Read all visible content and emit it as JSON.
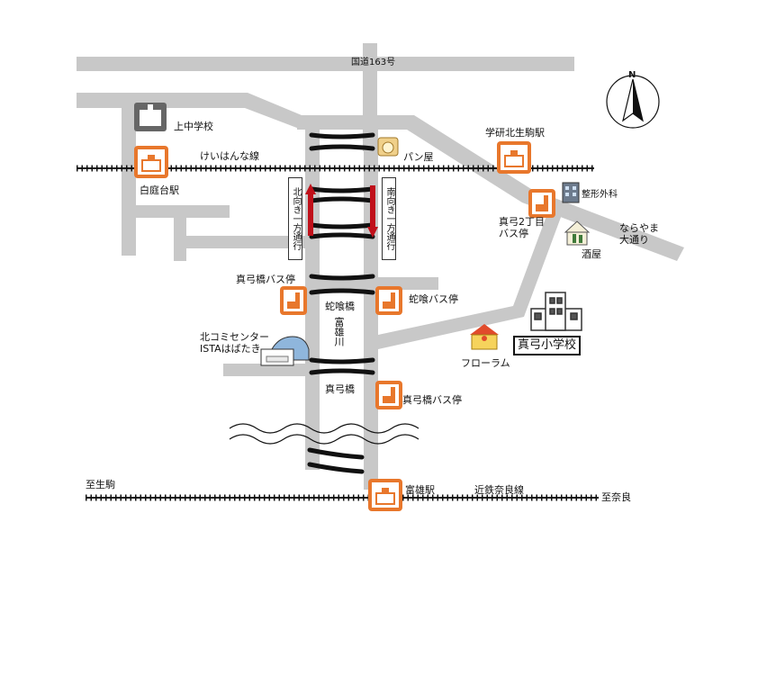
{
  "map": {
    "roads": {
      "national_route": "国道163号",
      "narayama_street": "ならやま\n大通り"
    },
    "railways": {
      "keihan_line": "けいはんな線",
      "kintetsu_nara_line": "近鉄奈良線",
      "to_ikoma": "至生駒",
      "to_nara": "至奈良"
    },
    "one_way": {
      "northbound": "北向き一方通行",
      "southbound": "南向き一方通行"
    },
    "river": "富雄川",
    "places": {
      "kaminaka_school": "上中学校",
      "shiraniwadai_station": "白庭台駅",
      "bakery": "パン屋",
      "gakken_kitaikoma_station": "学研北生駒駅",
      "orthopedics": "整形外科",
      "mayumi_2chome_bus": "真弓2丁目\nバス停",
      "liquor_store": "酒屋",
      "mayumibashi_bus_stop_upper": "真弓橋バス停",
      "jabami_bridge": "蛇喰橋",
      "jabami_bus_stop": "蛇喰バス停",
      "kita_community_center": "北コミセンター\nISTAはばたき",
      "florum": "フローラム",
      "mayumi_elementary": "真弓小学校",
      "mayumi_bridge": "真弓橋",
      "mayumibashi_bus_stop_lower": "真弓橋バス停",
      "tomio_station": "富雄駅"
    },
    "compass": "N"
  },
  "colors": {
    "road": "#c8c8c8",
    "icon_orange": "#e8772c",
    "arrow_red": "#c0101a",
    "bridge": "#111111",
    "school_gray": "#555555"
  }
}
